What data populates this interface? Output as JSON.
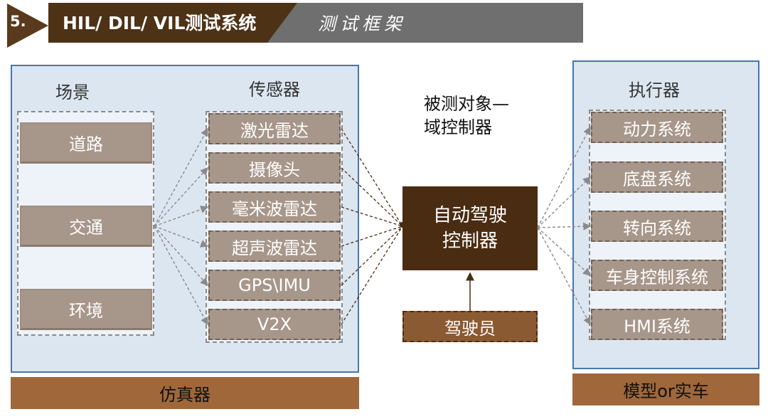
{
  "header": {
    "number": "5.",
    "title": "HIL/ DIL/ VIL测试系统",
    "subtitle": "测试框架"
  },
  "scene": {
    "label": "场景",
    "items": [
      "道路",
      "交通",
      "环境"
    ]
  },
  "sensors": {
    "label": "传感器",
    "items": [
      "激光雷达",
      "摄像头",
      "毫米波雷达",
      "超声波雷达",
      "GPS\\IMU",
      "V2X"
    ]
  },
  "dut": {
    "line1": "被测对象—",
    "line2": "域控制器"
  },
  "controller": {
    "line1": "自动驾驶",
    "line2": "控制器"
  },
  "driver": {
    "label": "驾驶员"
  },
  "actuators": {
    "label": "执行器",
    "items": [
      "动力系统",
      "底盘系统",
      "转向系统",
      "车身控制系统",
      "HMI系统"
    ]
  },
  "simulator": {
    "label": "仿真器"
  },
  "model": {
    "label": "模型or实车"
  },
  "colors": {
    "header_dark": "#4e3216",
    "header_gray": "#6f6f6f",
    "panel_fill": "#dce6f1",
    "panel_border": "#4a75a8",
    "box_fill": "#a7968a",
    "controller_fill": "#4a2c12",
    "driver_fill": "#8a5a33",
    "bottom_bar": "#a0673a"
  }
}
